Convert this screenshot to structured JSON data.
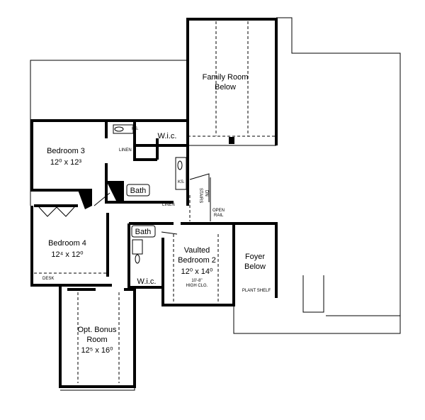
{
  "rooms": {
    "family_room": {
      "name": "Family Room",
      "sub": "Below"
    },
    "bedroom3": {
      "name": "Bedroom 3",
      "dims": "12⁰ x 12³"
    },
    "bedroom4": {
      "name": "Bedroom 4",
      "dims": "12⁴ x 12⁰"
    },
    "bedroom2": {
      "name1": "Vaulted",
      "name2": "Bedroom 2",
      "dims": "12⁰ x 14⁰",
      "ceiling1": "10'-8\"",
      "ceiling2": "HIGH CLG."
    },
    "foyer": {
      "name": "Foyer",
      "sub": "Below"
    },
    "bonus": {
      "name1": "Opt. Bonus",
      "name2": "Room",
      "dims": "12⁵ x 16⁰"
    }
  },
  "labels": {
    "wic": "W.i.c.",
    "ks": "KS.",
    "linen": "LINEN",
    "bath": "Bath",
    "stairs": "STAIRS",
    "dn": "DN",
    "open": "OPEN",
    "rail": "RAIL",
    "desk": "DESK",
    "plant_shelf": "PLANT SHELF"
  }
}
